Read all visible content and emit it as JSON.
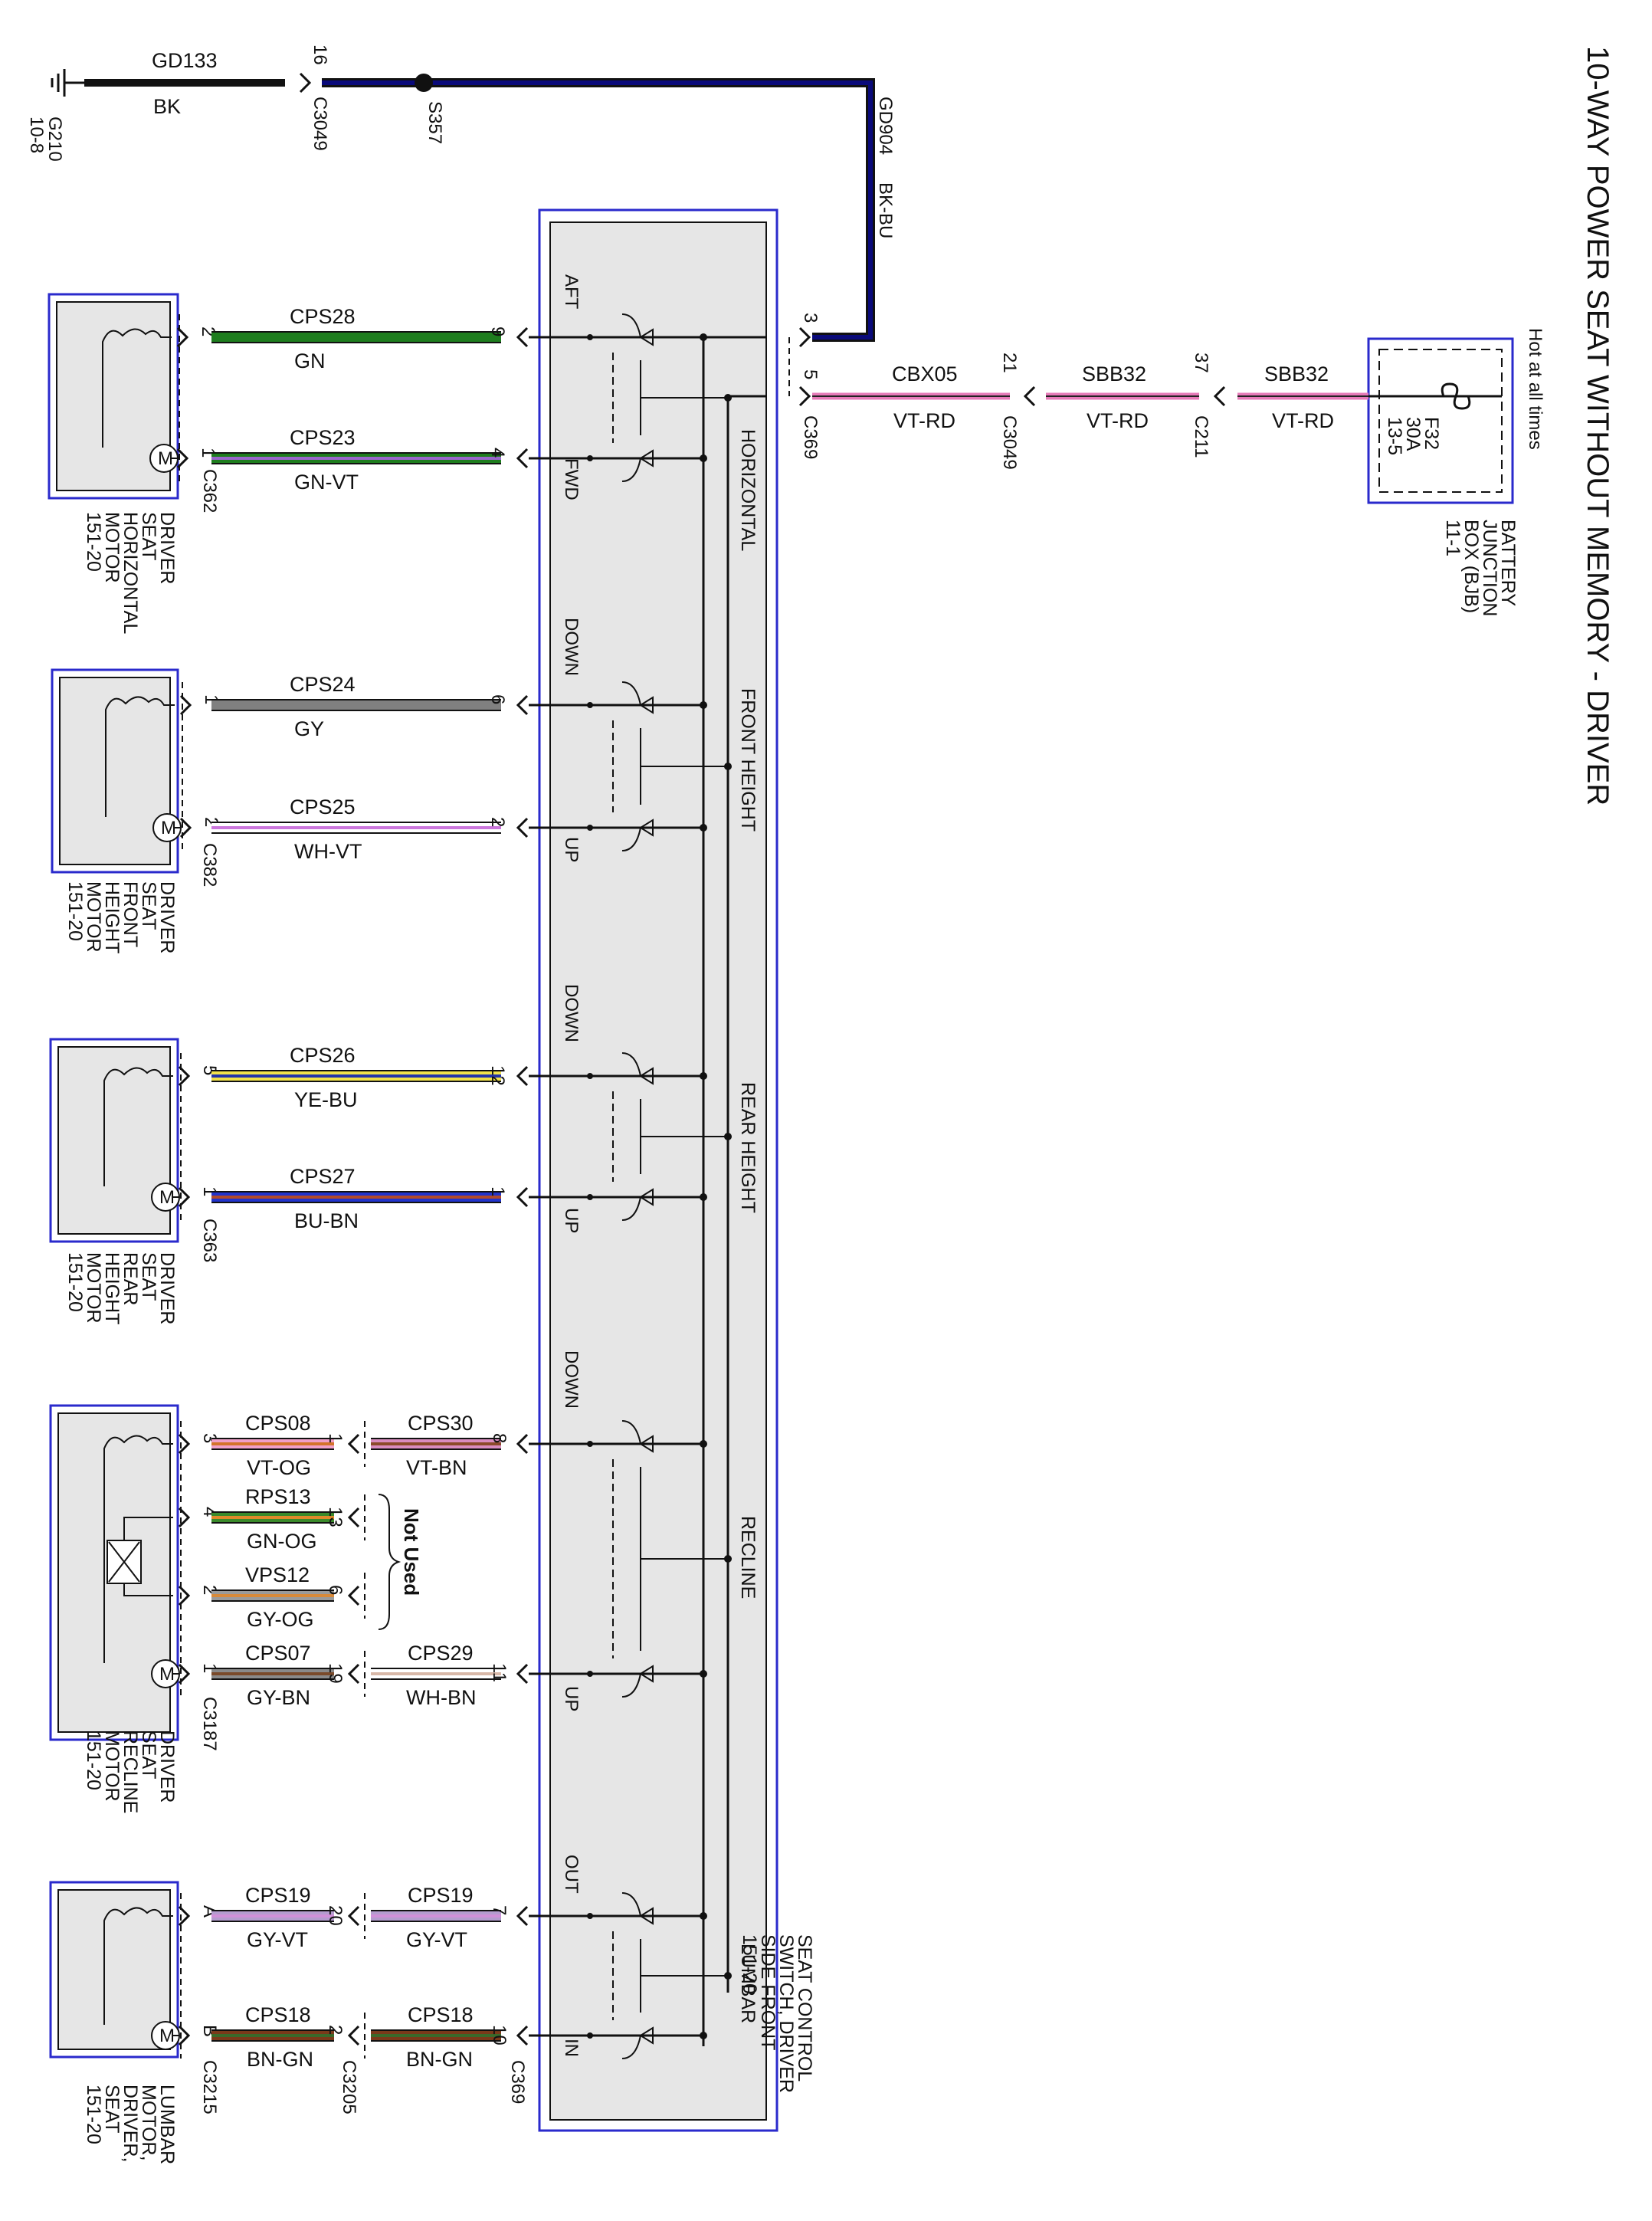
{
  "title": "10-WAY POWER SEAT WITHOUT MEMORY - DRIVER",
  "colors": {
    "wire_BK": "#111111",
    "wire_BK_BU": "#0a0a7a",
    "wire_VT_RD_outer": "#e67ab8",
    "wire_VT_RD_inner": "#222222",
    "wire_GN": "#1e7d1e",
    "wire_GN_VT_inner": "#9966cc",
    "wire_GY": "#808080",
    "wire_WH_VT": "#cc77dd",
    "wire_YE_BU": "#f2e24a",
    "wire_YE_BU_inner": "#2233aa",
    "wire_BU_BN": "#2233cc",
    "wire_BU_BN_inner": "#b24a2a",
    "wire_VT_OG": "#f0a0c8",
    "wire_VT_OG_inner": "#d4732a",
    "wire_VT_BN": "#d98cc0",
    "wire_VT_BN_inner": "#8b4a2a",
    "wire_GN_OG": "#3a8a2a",
    "wire_GN_OG_inner": "#e08a2a",
    "wire_GY_OG": "#9a9a9a",
    "wire_GY_OG_inner": "#d88a3a",
    "wire_GY_BN": "#8a8a8a",
    "wire_GY_BN_inner": "#7a4a2a",
    "wire_WH_BN": "#d8b8a8",
    "wire_GY_VT": "#b49ccf",
    "wire_GY_VT_inner": "#d090d8",
    "wire_BN_GN": "#7a3a1a",
    "wire_BN_GN_inner": "#3a6a2a",
    "border_blue": "#2a2acc",
    "box_fill": "#e6e6e6"
  },
  "ground": {
    "location": "G210",
    "page_ref": "10-8",
    "circuit": "GD133",
    "color": "BK",
    "pin": "16",
    "connector": "C3049",
    "splice": "S357"
  },
  "gnd_feed": {
    "circuit": "GD904",
    "color": "BK-BU"
  },
  "power_feed": {
    "bjb": {
      "label_lines": [
        "BATTERY",
        "JUNCTION",
        "BOX (BJB)",
        "11-1"
      ],
      "hot_label": "Hot at all times",
      "fuse_lines": [
        "F32",
        "30A",
        "13-5"
      ]
    },
    "segments": [
      {
        "circuit": "SBB32",
        "color": "VT-RD"
      },
      {
        "circuit": "SBB32",
        "color": "VT-RD"
      },
      {
        "circuit": "CBX05",
        "color": "VT-RD"
      }
    ],
    "connectors": [
      {
        "pin": "37",
        "name": "C211"
      },
      {
        "pin": "21",
        "name": "C3049"
      },
      {
        "pin": "5",
        "name": "C369"
      }
    ],
    "gnd_pin": "3"
  },
  "switch": {
    "label_lines": [
      "SEAT CONTROL",
      "SWITCH, DRIVER",
      "SIDE FRONT",
      "151-20"
    ],
    "sections": [
      {
        "name": "HORIZONTAL",
        "dir_a": "AFT",
        "dir_b": "FWD"
      },
      {
        "name": "FRONT HEIGHT",
        "dir_a": "DOWN",
        "dir_b": "UP"
      },
      {
        "name": "REAR HEIGHT",
        "dir_a": "DOWN",
        "dir_b": "UP"
      },
      {
        "name": "RECLINE",
        "dir_a": "DOWN",
        "dir_b": "UP"
      },
      {
        "name": "LUMBAR",
        "dir_a": "OUT",
        "dir_b": "IN"
      }
    ]
  },
  "motors": [
    {
      "label_lines": [
        "DRIVER",
        "SEAT",
        "HORIZONTAL",
        "MOTOR",
        "151-20"
      ],
      "motor_connector": "C362",
      "wires": [
        {
          "motor_pin": "2",
          "circuit": "CPS28",
          "color": "GN",
          "switch_pin": "9"
        },
        {
          "motor_pin": "1",
          "circuit": "CPS23",
          "color": "GN-VT",
          "switch_pin": "4"
        }
      ]
    },
    {
      "label_lines": [
        "DRIVER",
        "SEAT",
        "FRONT",
        "HEIGHT",
        "MOTOR",
        "151-20"
      ],
      "motor_connector": "C382",
      "wires": [
        {
          "motor_pin": "1",
          "circuit": "CPS24",
          "color": "GY",
          "switch_pin": "6"
        },
        {
          "motor_pin": "2",
          "circuit": "CPS25",
          "color": "WH-VT",
          "switch_pin": "2"
        }
      ]
    },
    {
      "label_lines": [
        "DRIVER",
        "SEAT",
        "REAR",
        "HEIGHT",
        "MOTOR",
        "151-20"
      ],
      "motor_connector": "C363",
      "wires": [
        {
          "motor_pin": "5",
          "circuit": "CPS26",
          "color": "YE-BU",
          "switch_pin": "12"
        },
        {
          "motor_pin": "1",
          "circuit": "CPS27",
          "color": "BU-BN",
          "switch_pin": "1"
        }
      ]
    },
    {
      "label_lines": [
        "DRIVER",
        "SEAT",
        "RECLINE",
        "MOTOR",
        "151-20"
      ],
      "motor_connector": "C3187",
      "not_used_label": "Not Used",
      "wires": [
        {
          "motor_pin": "3",
          "circuit": "CPS08",
          "color": "VT-OG",
          "mid_pin": "1",
          "circuit2": "CPS30",
          "color2": "VT-BN",
          "switch_pin": "8"
        },
        {
          "motor_pin": "4",
          "circuit": "RPS13",
          "color": "GN-OG",
          "mid_pin": "13"
        },
        {
          "motor_pin": "2",
          "circuit": "VPS12",
          "color": "GY-OG",
          "mid_pin": "6"
        },
        {
          "motor_pin": "1",
          "circuit": "CPS07",
          "color": "GY-BN",
          "mid_pin": "19",
          "circuit2": "CPS29",
          "color2": "WH-BN",
          "switch_pin": "11"
        }
      ]
    },
    {
      "label_lines": [
        "LUMBAR",
        "MOTOR,",
        "DRIVER,",
        "SEAT",
        "151-20"
      ],
      "motor_connector": "C3215",
      "mid_connector": "C3205",
      "switch_connector": "C369",
      "wires": [
        {
          "motor_pin": "A",
          "circuit": "CPS19",
          "color": "GY-VT",
          "mid_pin": "20",
          "circuit2": "CPS19",
          "color2": "GY-VT",
          "switch_pin": "7"
        },
        {
          "motor_pin": "B",
          "circuit": "CPS18",
          "color": "BN-GN",
          "mid_pin": "2",
          "circuit2": "CPS18",
          "color2": "BN-GN",
          "switch_pin": "10"
        }
      ]
    }
  ]
}
